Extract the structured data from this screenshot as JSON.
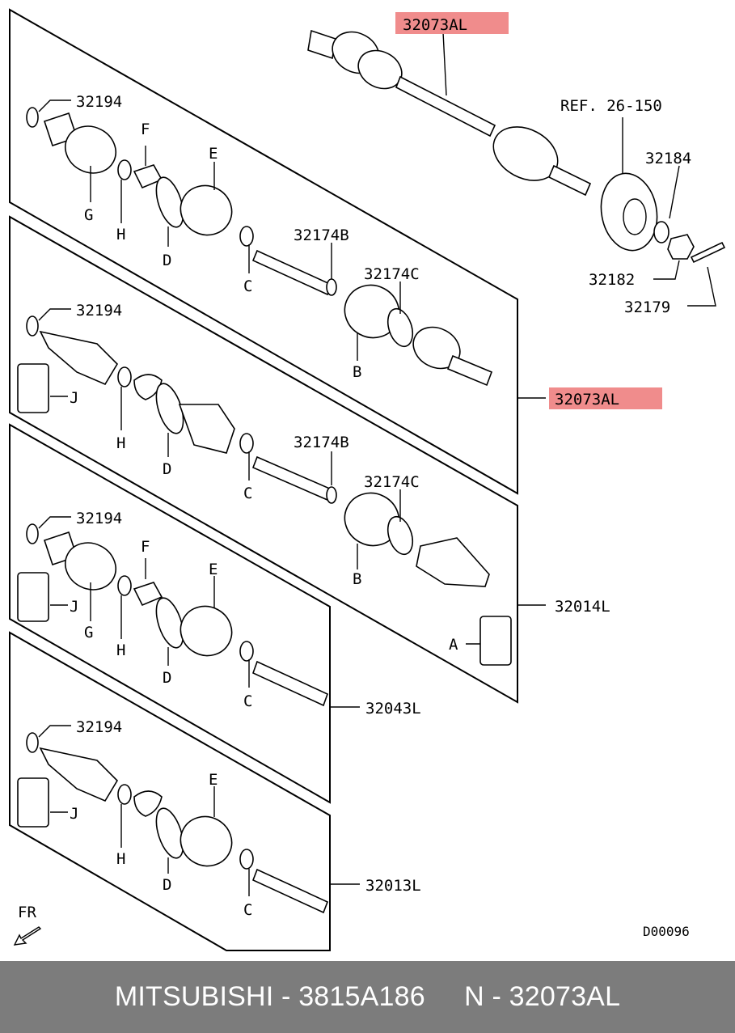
{
  "labels": {
    "top_part": "32073AL",
    "ref": "REF. 26-150",
    "p32184": "32184",
    "p32182": "32182",
    "p32179": "32179",
    "p32194": "32194",
    "p32174b": "32174B",
    "p32174c": "32174C",
    "p32073al": "32073AL",
    "p32014l": "32014L",
    "p32043l": "32043L",
    "p32013l": "32013L",
    "A": "A",
    "B": "B",
    "C": "C",
    "D": "D",
    "E": "E",
    "F": "F",
    "G": "G",
    "H": "H",
    "J": "J",
    "fr": "FR",
    "diagram_code": "D00096"
  },
  "colors": {
    "highlight": "#f08c8c",
    "footer_bg": "#7c7c7c",
    "footer_text": "#ffffff"
  },
  "footer": {
    "text": "MITSUBISHI - 3815A186     N - 32073AL"
  }
}
